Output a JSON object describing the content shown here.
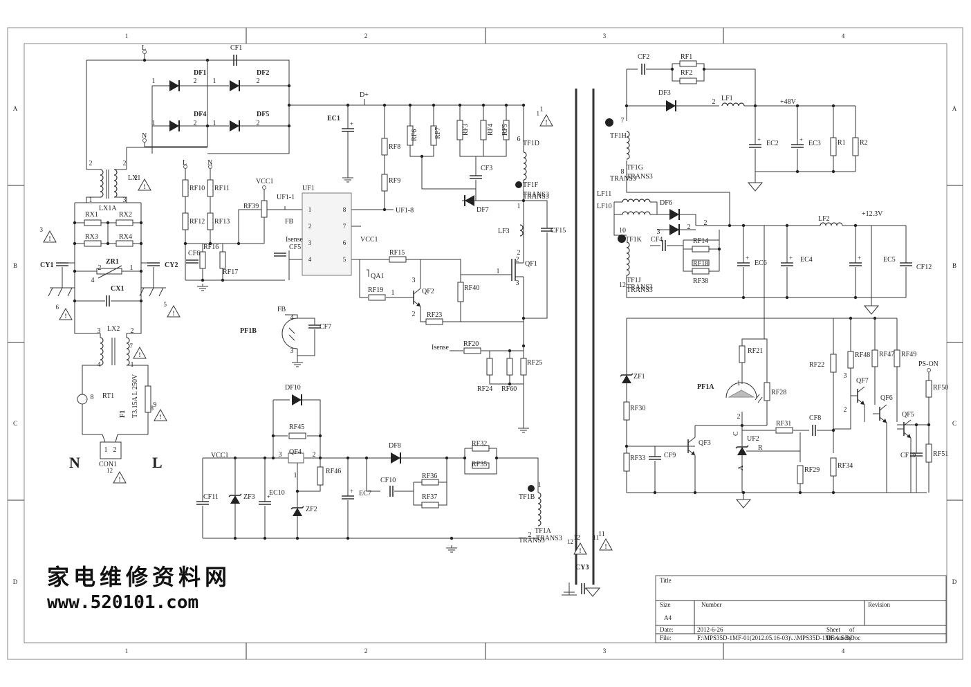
{
  "frame": {
    "col_numbers": [
      "1",
      "2",
      "3",
      "4"
    ],
    "row_letters": [
      "A",
      "B",
      "C",
      "D"
    ]
  },
  "title_block": {
    "title_label": "Title",
    "size_label": "Size",
    "size_value": "A4",
    "number_label": "Number",
    "revision_label": "Revision",
    "date_label": "Date:",
    "date_value": "2012-6-26",
    "sheet_label": "Sheet",
    "of_label": "of",
    "file_label": "File:",
    "file_value": "F:\\MPS35D-1MF-01(2012.05.16-03)\\..\\MPS35D-1MF-1.SchDoc",
    "drawn_label": "Drawn By:"
  },
  "watermark": {
    "chinese": "家电维修资料网",
    "url": "www.520101.com"
  },
  "labels": {
    "L": "L",
    "N": "N",
    "CF1": "CF1",
    "DF1": "DF1",
    "DF2": "DF2",
    "DF4": "DF4",
    "DF5": "DF5",
    "LX1": "LX1",
    "LX1A": "LX1A",
    "RX1": "RX1",
    "RX2": "RX2",
    "RX3": "RX3",
    "RX4": "RX4",
    "ZR1": "ZR1",
    "CX1": "CX1",
    "CY1": "CY1",
    "CY2": "CY2",
    "LX2": "LX2",
    "RT1": "RT1",
    "F1": "F1",
    "F1_rating": "T3.15A L 250V",
    "CON1": "CON1",
    "big_N": "N",
    "big_L": "L",
    "EC1": "EC1",
    "Dplus": "D+",
    "RF8": "RF8",
    "RF9": "RF9",
    "RF6": "RF6",
    "RF7": "RF7",
    "RF3": "RF3",
    "RF4": "RF4",
    "RF5": "RF5",
    "CF3": "CF3",
    "DF7": "DF7",
    "TF1D": "TF1D",
    "TF1F": "TF1F",
    "TRANS3": "TRANS3",
    "LF3": "LF3",
    "CF15": "CF15",
    "QF1": "QF1",
    "RF10": "RF10",
    "RF11": "RF11",
    "RF12": "RF12",
    "RF13": "RF13",
    "RF16": "RF16",
    "RF17": "RF17",
    "RF39": "RF39",
    "CF6": "CF6",
    "CF5": "CF5",
    "VCC1": "VCC1",
    "UF1": "UF1",
    "UF1_1": "UF1-1",
    "UF1_8": "UF1-8",
    "FB": "FB",
    "Isense": "Isense",
    "RF15": "RF15",
    "QA1": "QA1",
    "RF19": "RF19",
    "QF2": "QF2",
    "RF40": "RF40",
    "RF23": "RF23",
    "PF1B": "PF1B",
    "CF7": "CF7",
    "RF20": "RF20",
    "RF24": "RF24",
    "RF60": "RF60",
    "RF25": "RF25",
    "DF10": "DF10",
    "RF45": "RF45",
    "QF4": "QF4",
    "RF46": "RF46",
    "CF11": "CF11",
    "ZF3": "ZF3",
    "EC10": "EC10",
    "ZF2": "ZF2",
    "EC7": "EC7",
    "DF8": "DF8",
    "CF10": "CF10",
    "RF36": "RF36",
    "RF37": "RF37",
    "RF32": "RF32",
    "RF35": "RF35",
    "TF1B": "TF1B",
    "TF1A": "TF1A",
    "CY3": "CY3",
    "CF2": "CF2",
    "RF1": "RF1",
    "RF2": "RF2",
    "DF3": "DF3",
    "LF1": "LF1",
    "plus48V": "+48V",
    "EC2": "EC2",
    "EC3": "EC3",
    "R1": "R1",
    "R2": "R2",
    "TF1H": "TF1H",
    "TF1G": "TF1G",
    "LF11": "LF11",
    "LF10": "LF10",
    "DF6": "DF6",
    "CF4": "CF4",
    "RF14": "RF14",
    "RF18": "RF18",
    "RF38": "RF38",
    "TF1K": "TF1K",
    "TF1J": "TF1J",
    "LF2": "LF2",
    "plus12V": "+12.3V",
    "EC6": "EC6",
    "EC4": "EC4",
    "EC5": "EC5",
    "CF12": "CF12",
    "ZF1": "ZF1",
    "RF30": "RF30",
    "RF33": "RF33",
    "CF9": "CF9",
    "RF21": "RF21",
    "RF28": "RF28",
    "PF1A": "PF1A",
    "QF3": "QF3",
    "RF31": "RF31",
    "CF8": "CF8",
    "UF2": "UF2",
    "RF29": "RF29",
    "RF22": "RF22",
    "RF34": "RF34",
    "RF48": "RF48",
    "RF47": "RF47",
    "RF49": "RF49",
    "QF7": "QF7",
    "QF6": "QF6",
    "QF5": "QF5",
    "CF19": "CF19",
    "RF50": "RF50",
    "RF51": "RF51",
    "PS_ON": "PS-ON",
    "pin_C": "C",
    "pin_A": "A",
    "pin_R": "R"
  },
  "pin_numbers": {
    "uf1_left": [
      "1",
      "2",
      "3",
      "4"
    ],
    "uf1_right": [
      "8",
      "7",
      "6",
      "5"
    ],
    "generic": [
      "1",
      "2",
      "3",
      "4",
      "5",
      "6",
      "7",
      "8",
      "9",
      "10",
      "11",
      "12"
    ]
  },
  "warning_numbers": [
    "1",
    "2",
    "3",
    "4",
    "5",
    "6",
    "7",
    "8",
    "9",
    "10",
    "11",
    "12"
  ]
}
